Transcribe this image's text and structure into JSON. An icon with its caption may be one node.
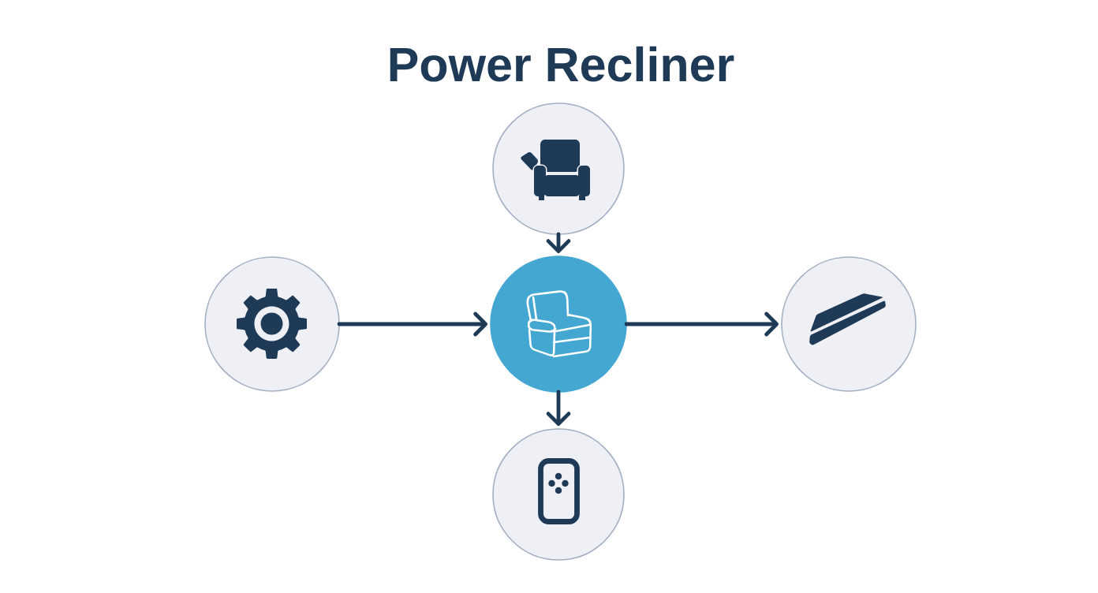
{
  "diagram": {
    "title": "Power Recliner",
    "nodes": [
      {
        "text": [],
        "shape": "circle"
      },
      {
        "text": [],
        "shape": "circle"
      },
      {
        "text": [],
        "shape": "circle"
      },
      {
        "text": [],
        "shape": "circle"
      },
      {
        "text": [],
        "shape": "circle"
      }
    ],
    "edges": [
      {
        "from": 0,
        "to": 2,
        "arrow": "to"
      },
      {
        "from": 1,
        "to": 2,
        "arrow": "to"
      },
      {
        "from": 2,
        "to": 3,
        "arrow": "to"
      },
      {
        "from": 2,
        "to": 4,
        "arrow": "to"
      }
    ]
  }
}
